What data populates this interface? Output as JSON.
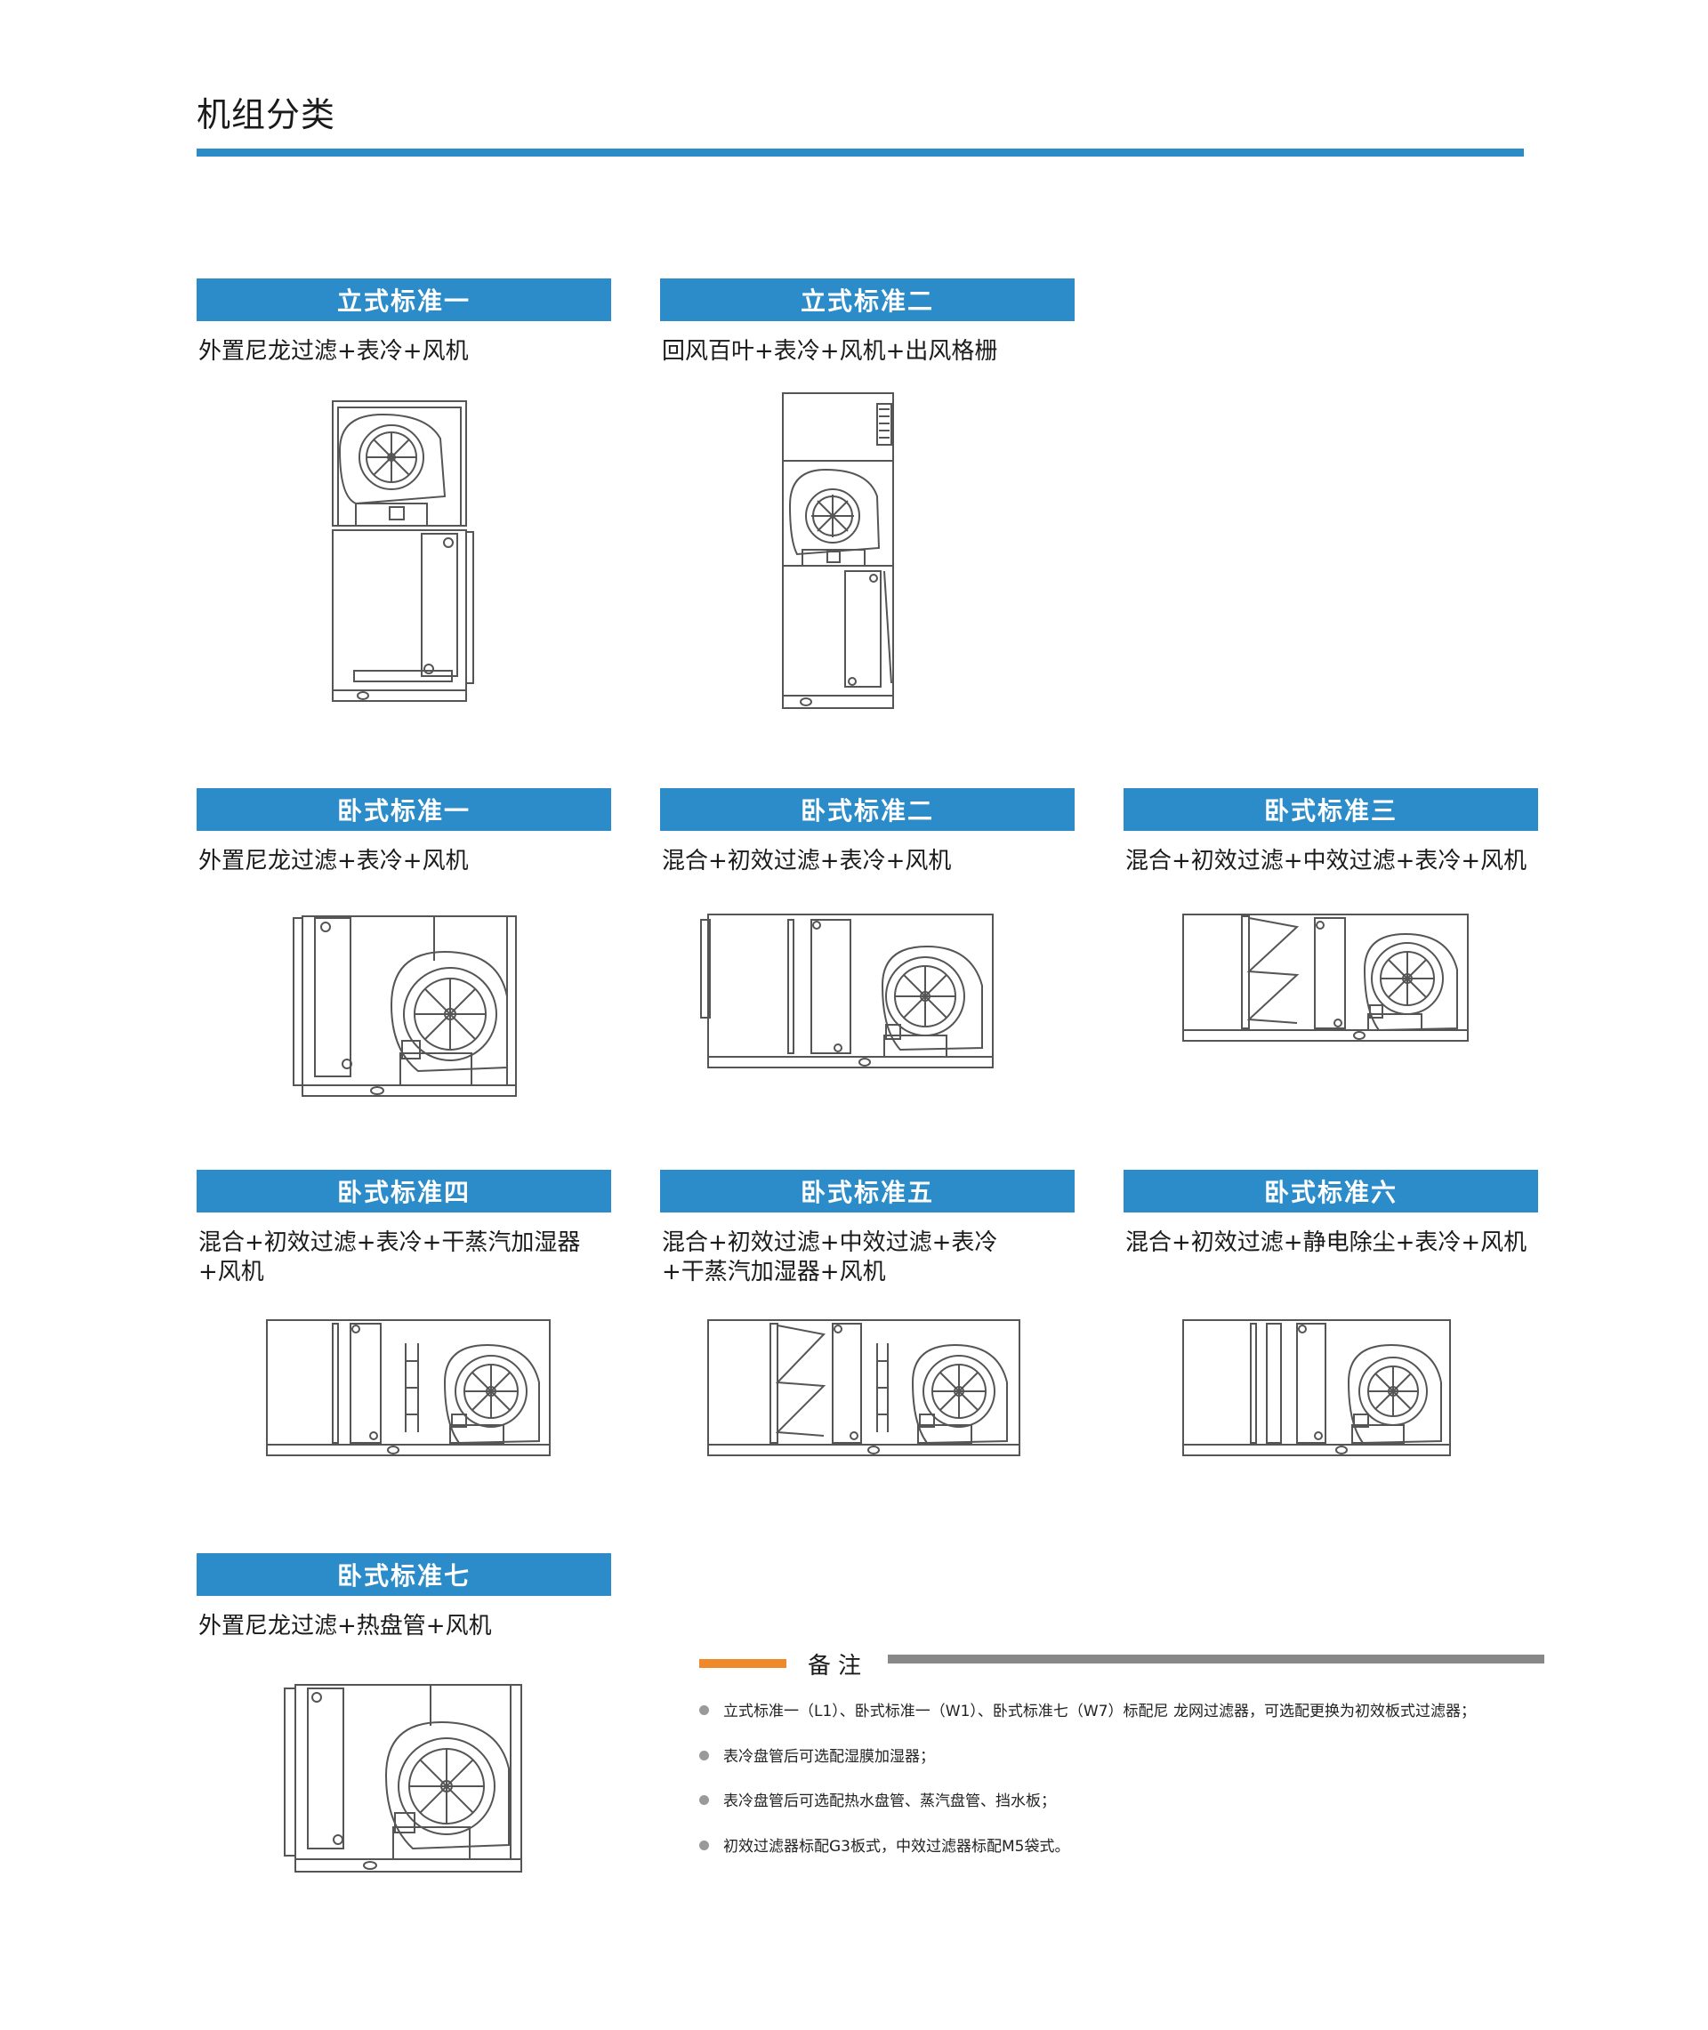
{
  "page": {
    "title": "机组分类"
  },
  "cards": [
    {
      "header": "立式标准一",
      "desc": "外置尼龙过滤+表冷+风机"
    },
    {
      "header": "立式标准二",
      "desc": "回风百叶+表冷+风机+出风格栅"
    },
    {
      "header": "卧式标准一",
      "desc": "外置尼龙过滤+表冷+风机"
    },
    {
      "header": "卧式标准二",
      "desc": "混合+初效过滤+表冷+风机"
    },
    {
      "header": "卧式标准三",
      "desc": "混合+初效过滤+中效过滤+表冷+风机"
    },
    {
      "header": "卧式标准四",
      "desc": "混合+初效过滤+表冷+干蒸汽加湿器\n+风机"
    },
    {
      "header": "卧式标准五",
      "desc": "混合+初效过滤+中效过滤+表冷\n+干蒸汽加湿器+风机"
    },
    {
      "header": "卧式标准六",
      "desc": "混合+初效过滤+静电除尘+表冷+风机"
    },
    {
      "header": "卧式标准七",
      "desc": "外置尼龙过滤+热盘管+风机"
    }
  ],
  "notes": {
    "title": "备注",
    "items": [
      "立式标准一（L1）、卧式标准一（W1）、卧式标准七（W7）标配尼  龙网过滤器，可选配更换为初效板式过滤器；",
      "表冷盘管后可选配湿膜加湿器；",
      "表冷盘管后可选配热水盘管、蒸汽盘管、挡水板；",
      "初效过滤器标配G3板式，中效过滤器标配M5袋式。"
    ]
  },
  "colors": {
    "accent_blue": "#2b8cc9",
    "accent_orange": "#ef8a2a",
    "note_gray": "#888888"
  }
}
